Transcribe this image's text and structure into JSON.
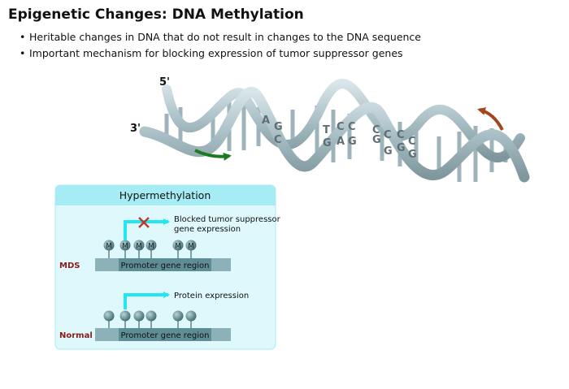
{
  "title": "Epigenetic Changes: DNA Methylation",
  "bullets": [
    "Heritable changes in DNA that do not result in changes to the DNA sequence",
    "Important mechanism for blocking expression of tumor suppressor genes"
  ],
  "helix": {
    "label_5prime": "5'",
    "label_3prime": "3'",
    "bases": [
      "A",
      "G",
      "C",
      "T",
      "G",
      "C",
      "A",
      "C",
      "G",
      "C",
      "G",
      "C",
      "G",
      "C",
      "G",
      "C",
      "G"
    ]
  },
  "panel": {
    "header": "Hypermethylation",
    "methyl_mark": "M",
    "mds": {
      "label": "MDS",
      "promoter": "Promoter gene region",
      "outcome": "Blocked tumor suppressor gene expression",
      "outcome_line1": "Blocked tumor suppressor",
      "outcome_line2": "gene expression"
    },
    "normal": {
      "label": "Normal",
      "promoter": "Promoter gene region",
      "outcome": "Protein expression"
    }
  },
  "colors": {
    "panel_bg": "#dff8fc",
    "panel_header_bg": "#a6ecf5",
    "arrow_cyan": "#22e6f2",
    "label_red": "#8b1a1a",
    "block_x": "#c0392b",
    "helix": "#a9bfc6",
    "green_arrow": "#1f7a1f",
    "brown_arrow": "#a0481c"
  }
}
